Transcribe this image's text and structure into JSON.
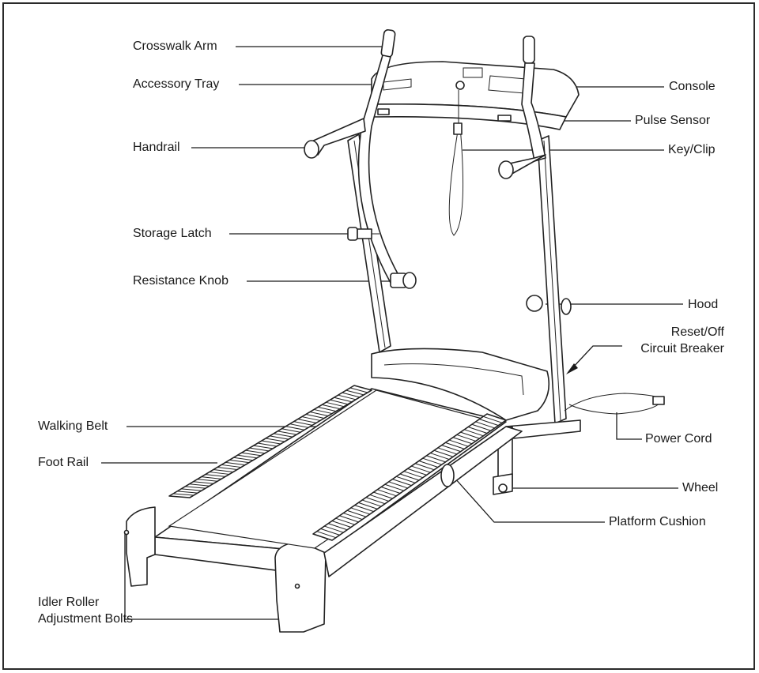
{
  "labels": {
    "crosswalk_arm": "Crosswalk Arm",
    "accessory_tray": "Accessory Tray",
    "handrail": "Handrail",
    "storage_latch": "Storage Latch",
    "resistance_knob": "Resistance Knob",
    "walking_belt": "Walking Belt",
    "foot_rail": "Foot Rail",
    "idler_roller_line1": "Idler Roller",
    "idler_roller_line2": "Adjustment Bolts",
    "console": "Console",
    "pulse_sensor": "Pulse Sensor",
    "key_clip": "Key/Clip",
    "hood": "Hood",
    "reset_off_line1": "Reset/Off",
    "reset_off_line2": "Circuit Breaker",
    "power_cord": "Power Cord",
    "wheel": "Wheel",
    "platform_cushion": "Platform Cushion"
  },
  "colors": {
    "ink": "#1a1a1a",
    "paper": "#ffffff"
  }
}
